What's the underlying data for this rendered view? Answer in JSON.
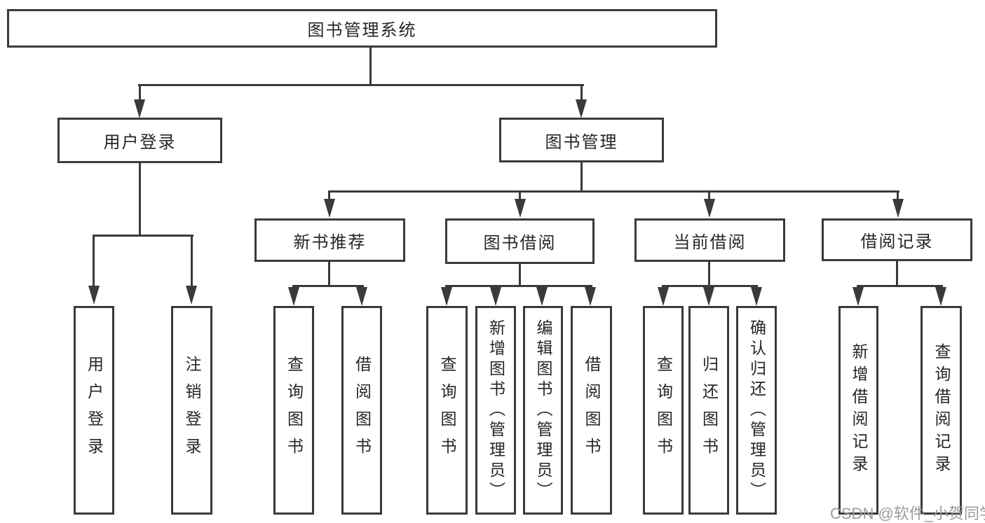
{
  "diagram_title": "图书管理系统",
  "tree": {
    "root": {
      "label": "图书管理系统"
    },
    "level2": [
      {
        "label": "用户登录",
        "parent": "图书管理系统"
      },
      {
        "label": "图书管理",
        "parent": "图书管理系统"
      }
    ],
    "level3": [
      {
        "label": "新书推荐",
        "parent": "图书管理"
      },
      {
        "label": "图书借阅",
        "parent": "图书管理"
      },
      {
        "label": "当前借阅",
        "parent": "图书管理"
      },
      {
        "label": "借阅记录",
        "parent": "图书管理"
      }
    ],
    "leaves": [
      {
        "label": "用户登录",
        "parent": "用户登录"
      },
      {
        "label": "注销登录",
        "parent": "用户登录"
      },
      {
        "label": "查询图书",
        "parent": "新书推荐"
      },
      {
        "label": "借阅图书",
        "parent": "新书推荐"
      },
      {
        "label": "查询图书",
        "parent": "图书借阅"
      },
      {
        "label": "新增图书（管理员）",
        "parent": "图书借阅"
      },
      {
        "label": "编辑图书（管理员）",
        "parent": "图书借阅"
      },
      {
        "label": "借阅图书",
        "parent": "图书借阅"
      },
      {
        "label": "查询图书",
        "parent": "当前借阅"
      },
      {
        "label": "归还图书",
        "parent": "当前借阅"
      },
      {
        "label": "确认归还（管理员）",
        "parent": "当前借阅"
      },
      {
        "label": "新增借阅记录",
        "parent": "借阅记录"
      },
      {
        "label": "查询借阅记录",
        "parent": "借阅记录"
      }
    ]
  },
  "watermark": {
    "text": "CSDN @软件_小贺同学",
    "color": "#9b9b9b"
  },
  "colors": {
    "line": "#3a3a3a",
    "node_border": "#3a3a3a",
    "node_background": "#ffffff",
    "text": "#262626",
    "page_background": "#ffffff"
  }
}
